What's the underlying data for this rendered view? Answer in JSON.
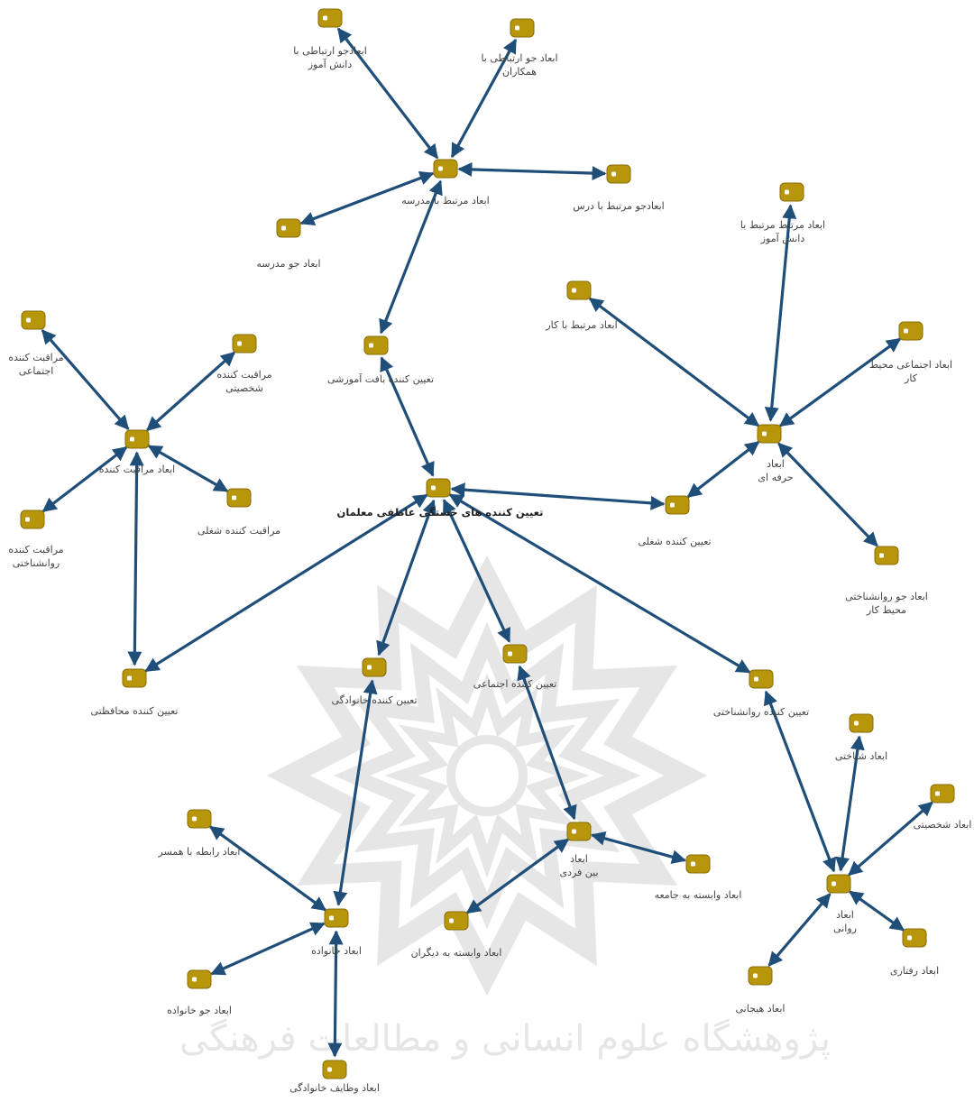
{
  "colors": {
    "node_fill": "#b8960c",
    "node_stroke": "#8a6d05",
    "edge": "#1f4e79",
    "watermark": "#e6e6e6"
  },
  "watermark_text": "پژوهشگاه علوم انسانی و مطالعات فرهنگی",
  "nodes": [
    {
      "id": "root",
      "lines": [
        "تعیین کننده های خستگی عاطفی معلمان"
      ]
    },
    {
      "id": "edu_ctx",
      "lines": [
        "تعیین کننده بافت آموزشی"
      ]
    },
    {
      "id": "school",
      "lines": [
        "ابعاد مرتبط با مدرسه"
      ]
    },
    {
      "id": "school_climate",
      "lines": [
        "ابعاد جو مدرسه"
      ]
    },
    {
      "id": "comm_students",
      "lines": [
        "ابعادجو ارتباطی با",
        "دانش آموز"
      ]
    },
    {
      "id": "comm_colleagues",
      "lines": [
        "ابعاد جو ارتباطی با",
        "همکاران"
      ]
    },
    {
      "id": "lesson",
      "lines": [
        "ابعادجو مرتبط با درس"
      ]
    },
    {
      "id": "job_det",
      "lines": [
        "تعیین کننده شغلی"
      ]
    },
    {
      "id": "professional",
      "lines": [
        "ابعاد",
        "حرفه ای"
      ]
    },
    {
      "id": "work_related",
      "lines": [
        "ابعاد مرتبط با کار"
      ]
    },
    {
      "id": "student_related",
      "lines": [
        "ابعاد مرتبط مرتبط با",
        "دانش آموز"
      ]
    },
    {
      "id": "social_work",
      "lines": [
        "ابعاد اجتماعی محیط",
        "کار"
      ]
    },
    {
      "id": "psych_work",
      "lines": [
        "ابعاد جو روانشناختی",
        "محیط کار"
      ]
    },
    {
      "id": "protective",
      "lines": [
        "تعیین کننده محافظتی"
      ]
    },
    {
      "id": "care",
      "lines": [
        "ابعاد مراقبت کننده"
      ]
    },
    {
      "id": "care_social",
      "lines": [
        "مراقبت کننده",
        "اجتماعی"
      ]
    },
    {
      "id": "care_personal",
      "lines": [
        "مراقبت کننده",
        "شخصیتی"
      ]
    },
    {
      "id": "care_job",
      "lines": [
        "مراقبت کننده شغلی"
      ]
    },
    {
      "id": "care_psych",
      "lines": [
        "مراقبت کننده",
        "روانشناختی"
      ]
    },
    {
      "id": "family_det",
      "lines": [
        "تعیین کننده خانوادگی"
      ]
    },
    {
      "id": "family",
      "lines": [
        "ابعاد خانواده"
      ]
    },
    {
      "id": "spouse",
      "lines": [
        "ابعاد رابطه با همسر"
      ]
    },
    {
      "id": "family_climate",
      "lines": [
        "ابعاد جو خانواده"
      ]
    },
    {
      "id": "family_duties",
      "lines": [
        "ابعاد وظایف خانوادگی"
      ]
    },
    {
      "id": "social_det",
      "lines": [
        "تعیین کننده اجتماعی"
      ]
    },
    {
      "id": "interpersonal",
      "lines": [
        "ابعاد",
        "بین فردی"
      ]
    },
    {
      "id": "others_dep",
      "lines": [
        "ابعاد وابسته به دیگران"
      ]
    },
    {
      "id": "society_dep",
      "lines": [
        "ابعاد وابسته به جامعه"
      ]
    },
    {
      "id": "psych_det",
      "lines": [
        "تعیین کننده روانشناختی"
      ]
    },
    {
      "id": "psychic",
      "lines": [
        "ابعاد",
        "روانی"
      ]
    },
    {
      "id": "cognitive",
      "lines": [
        "ابعاد شناختی"
      ]
    },
    {
      "id": "personality",
      "lines": [
        "ابعاد شخصیتی"
      ]
    },
    {
      "id": "behavioral",
      "lines": [
        "ابعاد رفتاری"
      ]
    },
    {
      "id": "emotional",
      "lines": [
        "ابعاد هیجانی"
      ]
    }
  ],
  "edges": [
    [
      "root",
      "edu_ctx"
    ],
    [
      "edu_ctx",
      "school"
    ],
    [
      "school",
      "comm_students"
    ],
    [
      "school",
      "comm_colleagues"
    ],
    [
      "school",
      "lesson"
    ],
    [
      "school",
      "school_climate"
    ],
    [
      "root",
      "job_det"
    ],
    [
      "job_det",
      "professional"
    ],
    [
      "professional",
      "work_related"
    ],
    [
      "professional",
      "student_related"
    ],
    [
      "professional",
      "social_work"
    ],
    [
      "professional",
      "psych_work"
    ],
    [
      "root",
      "protective"
    ],
    [
      "protective",
      "care"
    ],
    [
      "care",
      "care_social"
    ],
    [
      "care",
      "care_personal"
    ],
    [
      "care",
      "care_job"
    ],
    [
      "care",
      "care_psych"
    ],
    [
      "root",
      "family_det"
    ],
    [
      "family_det",
      "family"
    ],
    [
      "family",
      "spouse"
    ],
    [
      "family",
      "family_climate"
    ],
    [
      "family",
      "family_duties"
    ],
    [
      "root",
      "social_det"
    ],
    [
      "social_det",
      "interpersonal"
    ],
    [
      "interpersonal",
      "others_dep"
    ],
    [
      "interpersonal",
      "society_dep"
    ],
    [
      "root",
      "psych_det"
    ],
    [
      "psych_det",
      "psychic"
    ],
    [
      "psychic",
      "cognitive"
    ],
    [
      "psychic",
      "personality"
    ],
    [
      "psychic",
      "behavioral"
    ],
    [
      "psychic",
      "emotional"
    ]
  ]
}
